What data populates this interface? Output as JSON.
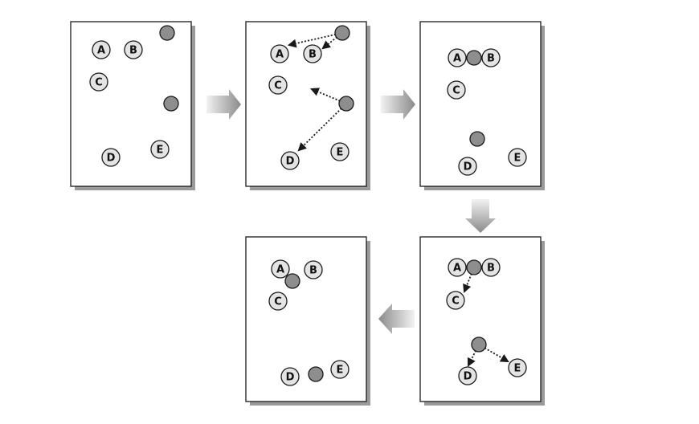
{
  "colors": {
    "background": "#ffffff",
    "panel_border": "#1a1a1a",
    "panel_shadow": "#9a9a9a",
    "node_fill": "#e4e4e4",
    "centroid_fill": "#8e8e8e",
    "arrow_gradient_light": "#f2f2f2",
    "arrow_gradient_dark": "#8a8a8a"
  },
  "icons": {
    "node": "circle-with-letter-icon",
    "centroid": "gray-dot-icon",
    "flow": "block-arrow-icon"
  },
  "diagram": {
    "panels": [
      {
        "id": "step-1",
        "nodes": [
          {
            "label": "A"
          },
          {
            "label": "B"
          },
          {
            "label": "C"
          },
          {
            "label": "D"
          },
          {
            "label": "E"
          }
        ],
        "centroid_count": 2,
        "assignment_arrows": 0
      },
      {
        "id": "step-2",
        "nodes": [
          {
            "label": "A"
          },
          {
            "label": "B"
          },
          {
            "label": "C"
          },
          {
            "label": "D"
          },
          {
            "label": "E"
          }
        ],
        "centroid_count": 2,
        "assignment_arrows": 4
      },
      {
        "id": "step-3",
        "nodes": [
          {
            "label": "A"
          },
          {
            "label": "B"
          },
          {
            "label": "C"
          },
          {
            "label": "D"
          },
          {
            "label": "E"
          }
        ],
        "centroid_count": 2,
        "assignment_arrows": 0
      },
      {
        "id": "step-4",
        "nodes": [
          {
            "label": "A"
          },
          {
            "label": "B"
          },
          {
            "label": "C"
          },
          {
            "label": "D"
          },
          {
            "label": "E"
          }
        ],
        "centroid_count": 2,
        "assignment_arrows": 3
      },
      {
        "id": "step-5",
        "nodes": [
          {
            "label": "A"
          },
          {
            "label": "B"
          },
          {
            "label": "C"
          },
          {
            "label": "D"
          },
          {
            "label": "E"
          }
        ],
        "centroid_count": 2,
        "assignment_arrows": 0
      }
    ],
    "flow": [
      "step-1",
      "step-2",
      "step-3",
      "step-4",
      "step-5"
    ]
  }
}
